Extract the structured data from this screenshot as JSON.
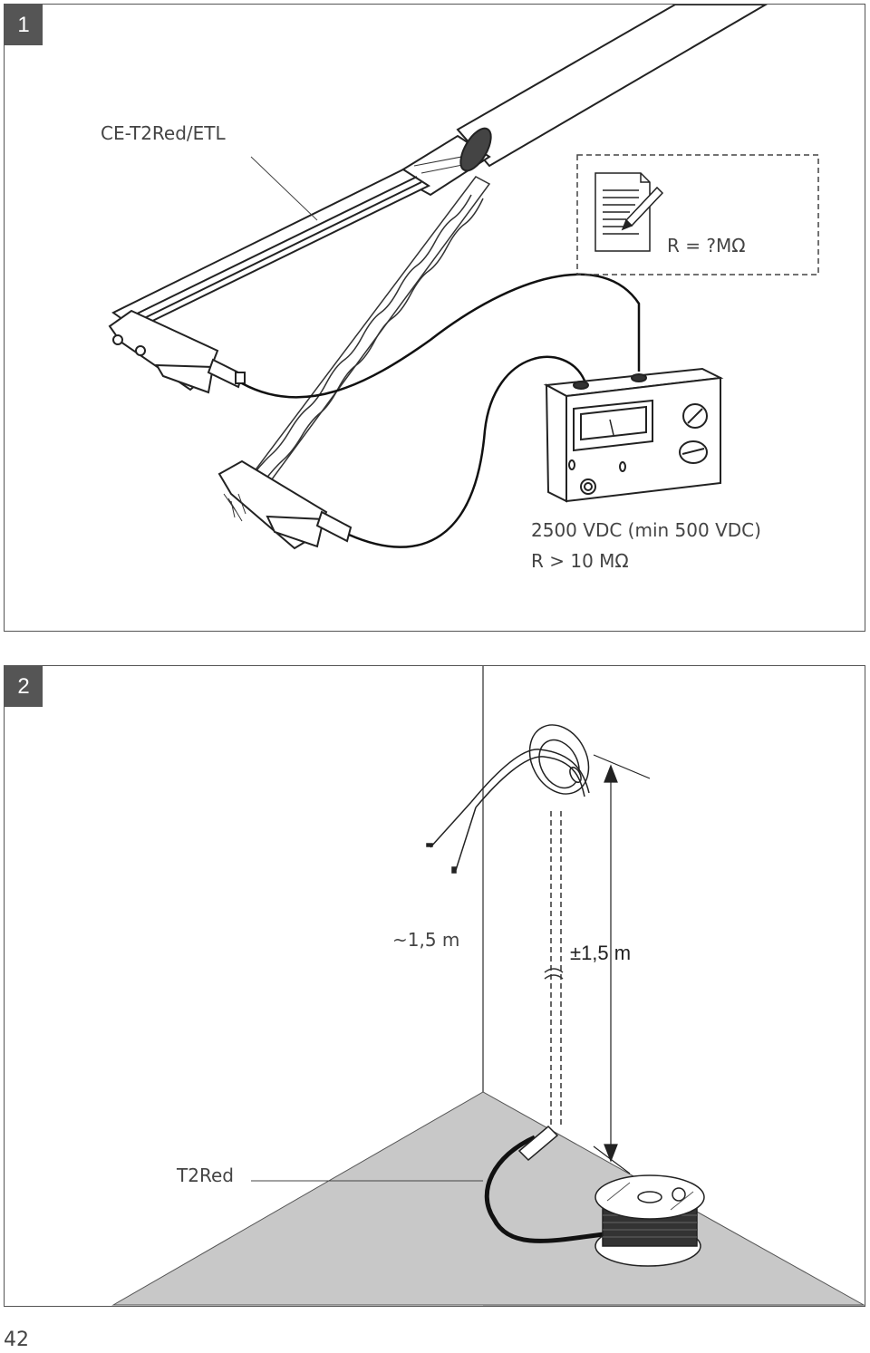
{
  "figure1": {
    "number": "1",
    "cable_label": "CE-T2Red/ETL",
    "record_label": "R = ?MΩ",
    "test_voltage": "2500 VDC (min 500 VDC)",
    "resistance_requirement": "R > 10 MΩ"
  },
  "figure2": {
    "number": "2",
    "height_label_left": "~1,5 m",
    "height_label_right": "±1,5 m",
    "cable_label": "T2Red"
  },
  "page": {
    "number": "42"
  }
}
